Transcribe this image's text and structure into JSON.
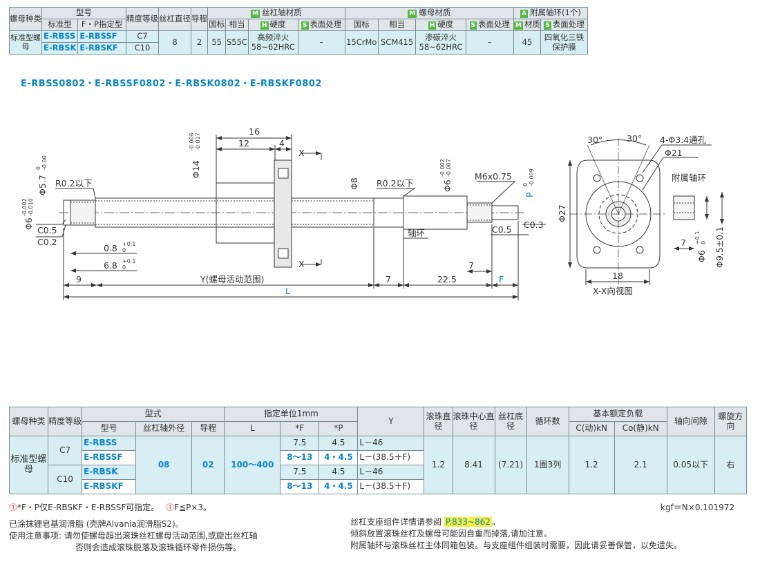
{
  "t1": {
    "h_nut_type": "螺母种类",
    "h_model": "型号",
    "h_precision": "精度等级",
    "h_shaft_dia": "丝杠直径",
    "h_lead": "导程",
    "h_shaft_mat": "丝杠轴材质",
    "h_nut_mat": "螺母材质",
    "h_ring": "附属轴环(1个)",
    "h_std": "标准型",
    "h_fp": "F・P指定型",
    "h_gb": "国标",
    "h_eq": "相当",
    "h_hard": "硬度",
    "h_surf": "表面处理",
    "h_gb2": "国标",
    "h_eq2": "相当",
    "h_hard2": "硬度",
    "h_surf2": "表面处理",
    "h_mat": "材质",
    "h_surf3": "表面处理",
    "tag_m": "M",
    "tag_h": "H",
    "tag_s": "S",
    "tag_a": "A",
    "nut_type": "标准型螺母",
    "m1": "E-RBSS",
    "m2": "E-RBSSF",
    "m3": "E-RBSK",
    "m4": "E-RBSKF",
    "c7": "C7",
    "c10": "C10",
    "dia": "8",
    "lead": "2",
    "gb": "55",
    "eq": "S55C",
    "hard": "高频淬火58~62HRC",
    "surf": "–",
    "gb2": "15CrMo",
    "eq2": "SCM415",
    "hard2": "渗碳淬火58~62HRC",
    "surf2": "–",
    "mat": "45",
    "surf3": "四氧化三铁保护膜"
  },
  "part_numbers": "E-RBSS0802・E-RBSSF0802・E-RBSK0802・E-RBSKF0802",
  "drawing": {
    "d16": "16",
    "d12": "12",
    "d4": "4",
    "phi14": "Φ14",
    "phi14_tol_u": "-0.006",
    "phi14_tol_l": "-0.017",
    "phi57": "Φ5.7",
    "phi57_tol_u": "0",
    "phi57_tol_l": "-0.06",
    "phi6": "Φ6",
    "phi6_tol_u": "-0.002",
    "phi6_tol_l": "-0.010",
    "r02_left": "R0.2以下",
    "c05": "C0.5",
    "c02": "C0.2",
    "d08": "0.8",
    "d08_tol_u": "+0.1",
    "d08_tol_l": "0",
    "d68": "6.8",
    "d68_tol_u": "+0.1",
    "d68_tol_l": "0",
    "d9": "9",
    "y_label": "Y(螺母活动范围)",
    "L": "L",
    "xlabel": "X",
    "phi8": "Φ8",
    "r02_right": "R0.2以下",
    "phi6r": "Φ6",
    "phi6r_tol_u": "-0.002",
    "phi6r_tol_l": "-0.007",
    "m6": "M6x0.75",
    "P": "P",
    "p_tol_u": "0",
    "p_tol_l": "-0.009",
    "ring": "轴环",
    "c05r": "C0.5",
    "c03": "C0.3",
    "d7": "7",
    "d7b": "7",
    "d225": "22.5",
    "F": "F",
    "a30l": "30°",
    "a30r": "30°",
    "holes": "4-Φ3.4通孔",
    "phi21": "Φ21",
    "phi27": "Φ27",
    "d18": "18",
    "view": "X-X向视图",
    "ring_title": "附属轴环",
    "ring_d7": "7",
    "ring_phi6": "Φ6",
    "ring_phi6_tol_u": "+0.1",
    "ring_phi6_tol_l": "0",
    "ring_phi95": "Φ9.5±0.1"
  },
  "t2": {
    "h_nut_type": "螺母种类",
    "h_precision": "精度等级",
    "h_form": "型式",
    "h_unit": "指定单位1mm",
    "h_y": "Y",
    "h_ball": "滚珠直径",
    "h_ballc": "滚珠中心直径",
    "h_root": "丝杠底径",
    "h_circ": "循环数",
    "h_load": "基本额定负载",
    "h_axial": "轴向间隙",
    "h_dir": "螺旋方向",
    "h_model": "型号",
    "h_od": "丝杠轴外径",
    "h_lead": "导程",
    "h_L": "L",
    "h_F": "*F",
    "h_P": "*P",
    "h_c": "C(动)kN",
    "h_co": "Co(静)kN",
    "nut_type": "标准型螺母",
    "c7": "C7",
    "c10": "C10",
    "rows": [
      {
        "model": "E-RBSS",
        "F": "7.5",
        "P": "4.5",
        "Y": "L－46"
      },
      {
        "model": "E-RBSSF",
        "F": "8～13",
        "P": "4・4.5",
        "Y": "L－(38.5＋F)"
      },
      {
        "model": "E-RBSK",
        "F": "7.5",
        "P": "4.5",
        "Y": "L－46"
      },
      {
        "model": "E-RBSKF",
        "F": "8～13",
        "P": "4・4.5",
        "Y": "L－(38.5＋F)"
      }
    ],
    "od": "08",
    "lead": "02",
    "L": "100～400",
    "ball": "1.2",
    "ballc": "8.41",
    "root": "(7.21)",
    "circ": "1圈3列",
    "c": "1.2",
    "co": "2.1",
    "axial": "0.05以下",
    "dir": "右"
  },
  "notes": {
    "n1": "*F・P仅E-RBSKF・E-RBSSF可指定。",
    "n1b": "F≦P×3。",
    "kgf": "kgf＝N×0.101972",
    "n2": "已涂抹锂皂基润滑脂 (壳牌Alvania润滑脂S2)。",
    "n3": "使用注意事项: 请勿使螺母超出滚珠丝杠螺母活动范围,或旋出丝杠轴",
    "n4": "否则会造成滚珠脱落及滚珠循环零件损伤等。",
    "n5a": "丝杠支座组件详情请参阅",
    "n5hl": "P.833~862",
    "n5b": "。",
    "n6": "倾斜放置滚珠丝杠及螺母可能因自重而掉落,请加注意。",
    "n7": "附属轴环与滚珠丝杠主体同箱包装。与支座组件组装时需要，因此请妥善保管，以免遗失。"
  }
}
